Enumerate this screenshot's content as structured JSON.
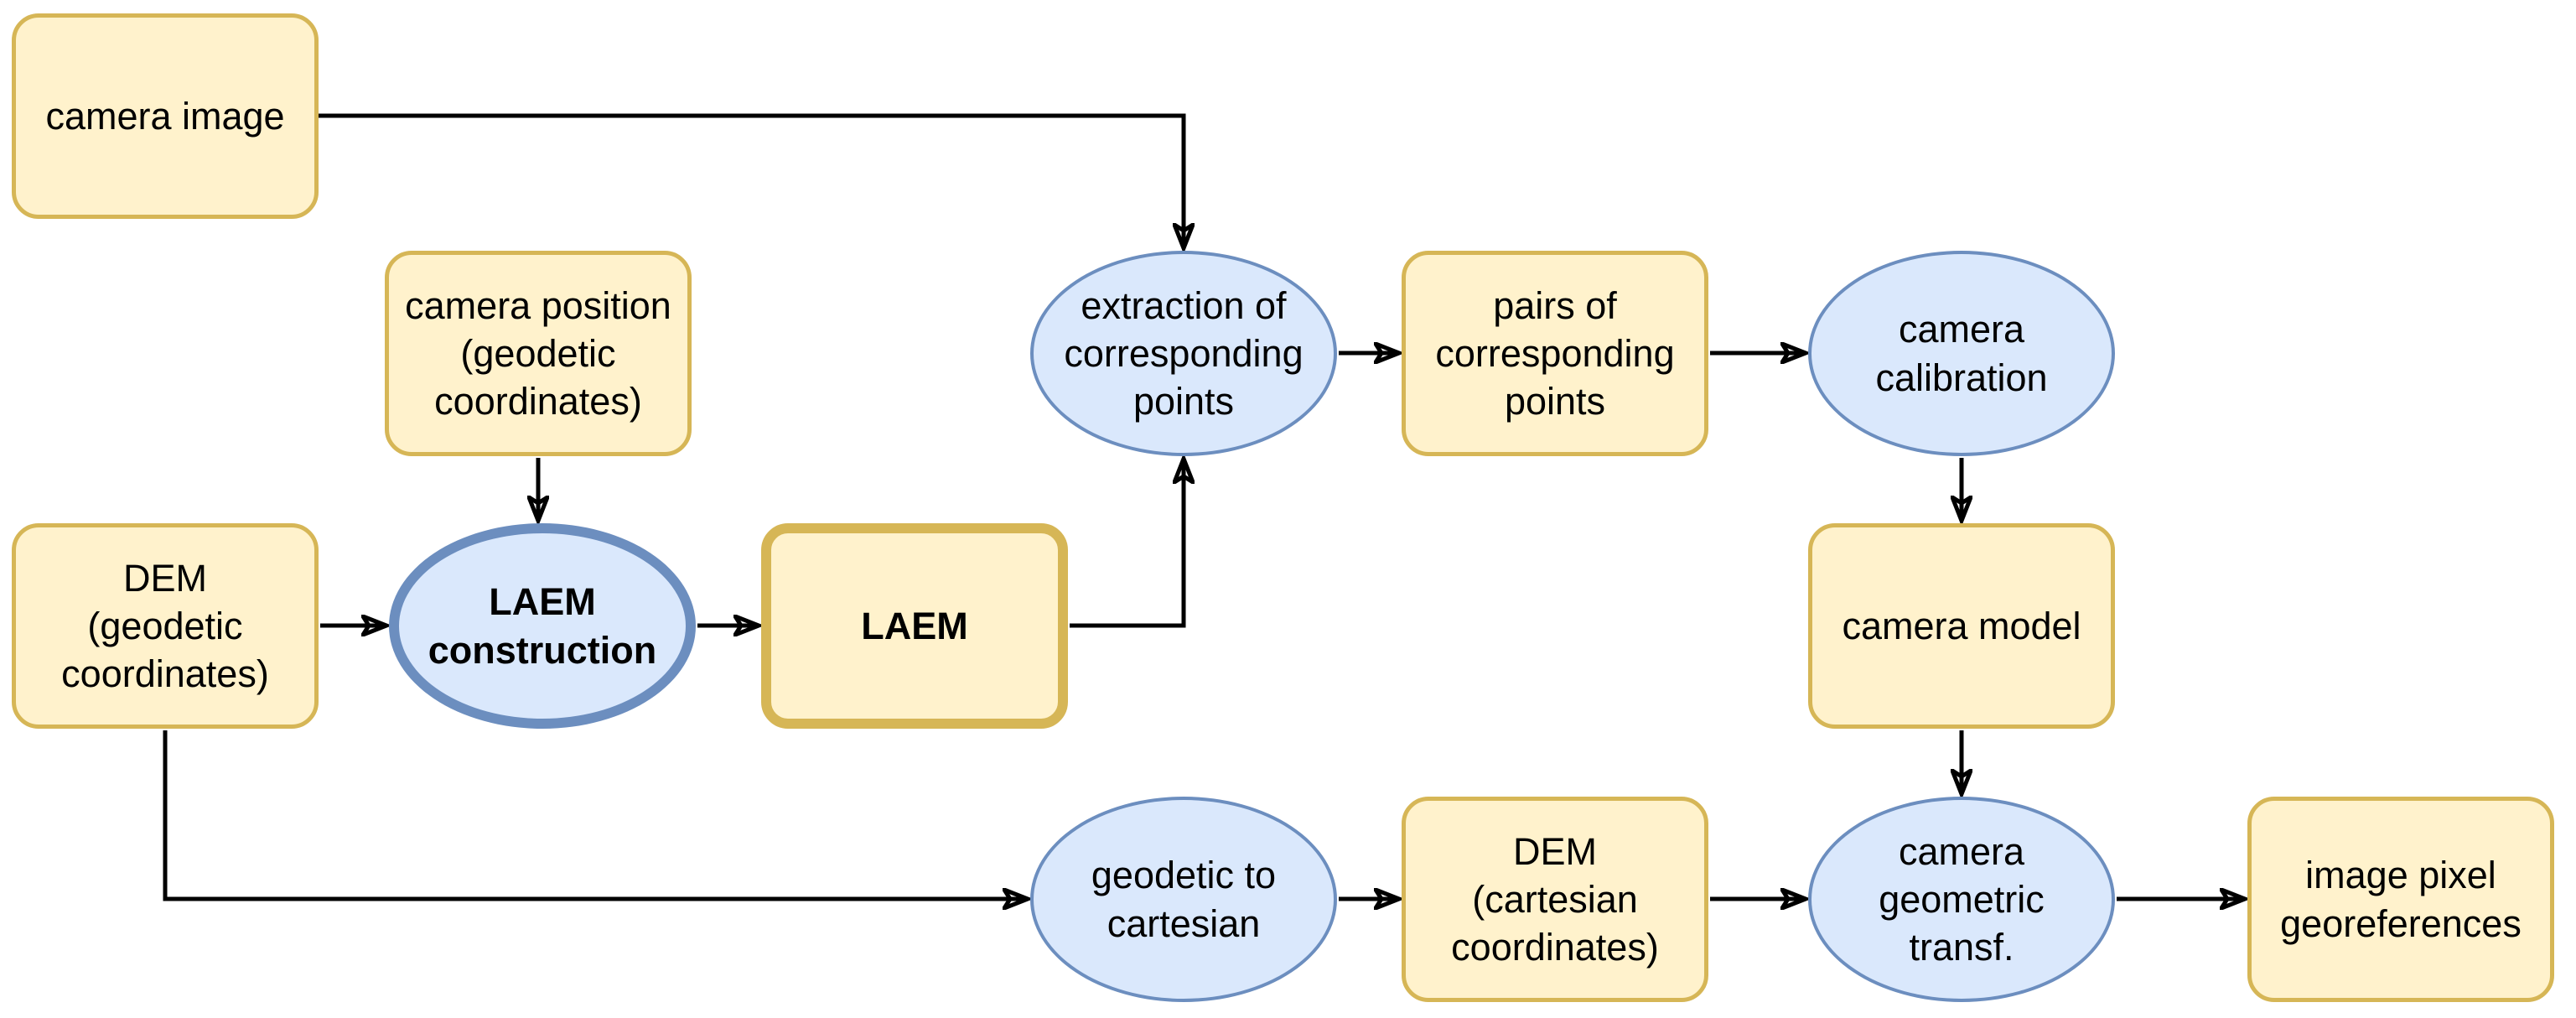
{
  "diagram": {
    "type": "flowchart",
    "background": "#ffffff",
    "colors": {
      "data_node_fill": "#FFF2CC",
      "data_node_border": "#D6B656",
      "process_node_fill": "#DAE8FC",
      "process_node_border": "#6C8EBF",
      "arrow": "#000000",
      "text": "#000000"
    },
    "nodes": {
      "camera_image": {
        "label": "camera image",
        "shape": "rect"
      },
      "camera_position": {
        "label": "camera position\n(geodetic\ncoordinates)",
        "shape": "rect"
      },
      "dem_geodetic": {
        "label": "DEM\n(geodetic\ncoordinates)",
        "shape": "rect"
      },
      "laem_construction": {
        "label": "LAEM\nconstruction",
        "shape": "ellipse",
        "emphasis": "bold text, thick border"
      },
      "laem": {
        "label": "LAEM",
        "shape": "rect",
        "emphasis": "bold text, thick border"
      },
      "extraction": {
        "label": "extraction of\ncorresponding\npoints",
        "shape": "ellipse"
      },
      "pairs": {
        "label": "pairs of\ncorresponding\npoints",
        "shape": "rect"
      },
      "camera_calibration": {
        "label": "camera\ncalibration",
        "shape": "ellipse"
      },
      "camera_model": {
        "label": "camera model",
        "shape": "rect"
      },
      "geodetic_to_cartesian": {
        "label": "geodetic to\ncartesian",
        "shape": "ellipse"
      },
      "dem_cartesian": {
        "label": "DEM\n(cartesian\ncoordinates)",
        "shape": "rect"
      },
      "camera_geometric_transf": {
        "label": "camera\ngeometric\ntransf.",
        "shape": "ellipse"
      },
      "image_pixel_georeferences": {
        "label": "image pixel\ngeoreferences",
        "shape": "rect"
      }
    },
    "edges": [
      {
        "from": "camera_image",
        "to": "extraction"
      },
      {
        "from": "camera_position",
        "to": "laem_construction"
      },
      {
        "from": "dem_geodetic",
        "to": "laem_construction"
      },
      {
        "from": "laem_construction",
        "to": "laem"
      },
      {
        "from": "laem",
        "to": "extraction"
      },
      {
        "from": "extraction",
        "to": "pairs"
      },
      {
        "from": "pairs",
        "to": "camera_calibration"
      },
      {
        "from": "camera_calibration",
        "to": "camera_model"
      },
      {
        "from": "camera_model",
        "to": "camera_geometric_transf"
      },
      {
        "from": "dem_geodetic",
        "to": "geodetic_to_cartesian"
      },
      {
        "from": "geodetic_to_cartesian",
        "to": "dem_cartesian"
      },
      {
        "from": "dem_cartesian",
        "to": "camera_geometric_transf"
      },
      {
        "from": "camera_geometric_transf",
        "to": "image_pixel_georeferences"
      }
    ]
  }
}
